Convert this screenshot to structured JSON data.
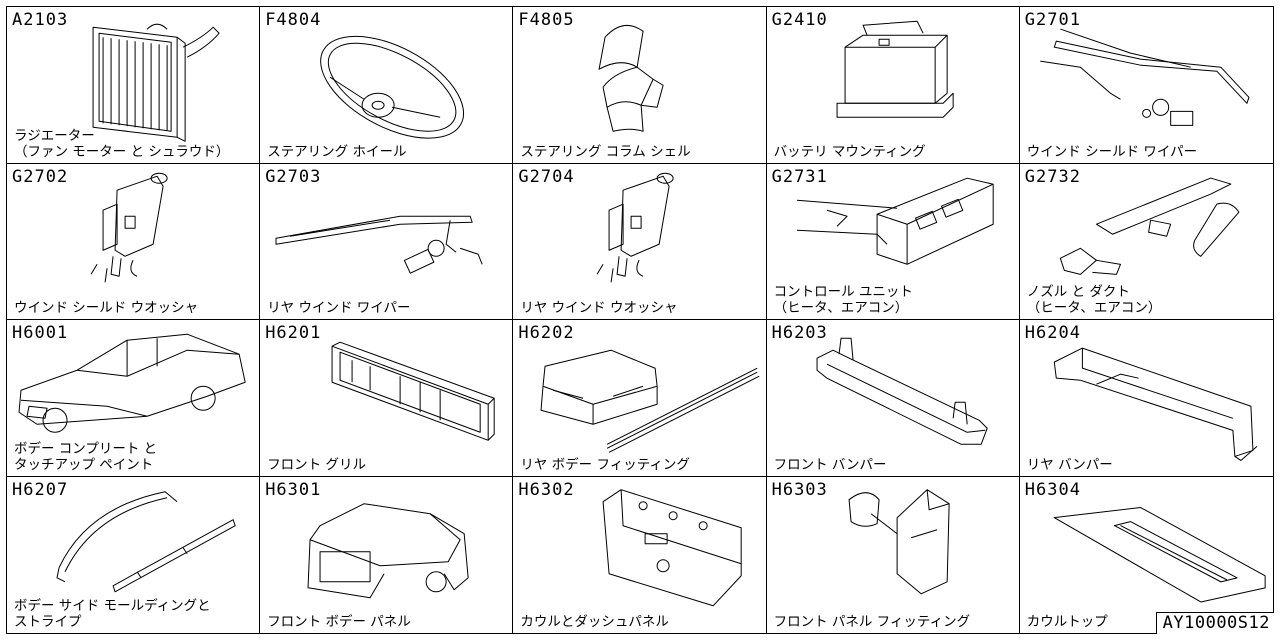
{
  "cells": [
    {
      "code": "A2103",
      "label": "ラジエーター\n（ファン モーター と シュラウド）",
      "icon": "radiator"
    },
    {
      "code": "F4804",
      "label": "ステアリング ホイール",
      "icon": "steering-wheel"
    },
    {
      "code": "F4805",
      "label": "ステアリング コラム シェル",
      "icon": "column-shell"
    },
    {
      "code": "G2410",
      "label": "バッテリ マウンティング",
      "icon": "battery"
    },
    {
      "code": "G2701",
      "label": "ウインド シールド ワイパー",
      "icon": "wiper"
    },
    {
      "code": "G2702",
      "label": "ウインド シールド ウオッシャ",
      "icon": "washer"
    },
    {
      "code": "G2703",
      "label": "リヤ ウインド ワイパー",
      "icon": "rear-wiper"
    },
    {
      "code": "G2704",
      "label": "リヤ ウインド ウオッシャ",
      "icon": "washer"
    },
    {
      "code": "G2731",
      "label": "コントロール ユニット\n（ヒータ、エアコン）",
      "icon": "control-unit"
    },
    {
      "code": "G2732",
      "label": "ノズル と ダクト\n（ヒータ、エアコン）",
      "icon": "duct"
    },
    {
      "code": "H6001",
      "label": "ボデー コンプリート と\nタッチアップ ペイント",
      "icon": "body"
    },
    {
      "code": "H6201",
      "label": "フロント グリル",
      "icon": "grille"
    },
    {
      "code": "H6202",
      "label": "リヤ ボデー フィッティング",
      "icon": "rear-body"
    },
    {
      "code": "H6203",
      "label": "フロント バンパー",
      "icon": "front-bumper"
    },
    {
      "code": "H6204",
      "label": "リヤ バンパー",
      "icon": "rear-bumper"
    },
    {
      "code": "H6207",
      "label": "ボデー サイド モールディングと\nストライプ",
      "icon": "molding"
    },
    {
      "code": "H6301",
      "label": "フロント ボデー パネル",
      "icon": "front-panel"
    },
    {
      "code": "H6302",
      "label": "カウルとダッシュパネル",
      "icon": "dash-panel"
    },
    {
      "code": "H6303",
      "label": "フロント パネル フィッティング",
      "icon": "panel-fitting"
    },
    {
      "code": "H6304",
      "label": "カウルトップ",
      "icon": "cowl-top"
    }
  ],
  "reference": "AY10000S12"
}
